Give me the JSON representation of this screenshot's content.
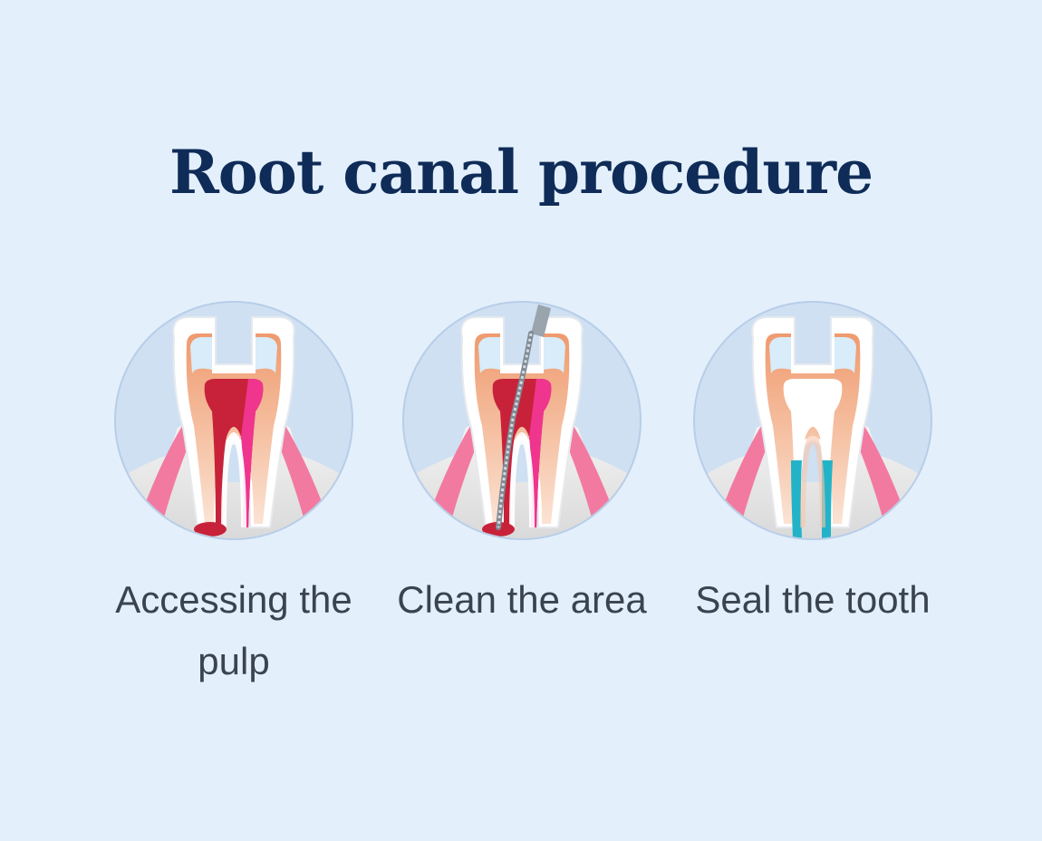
{
  "title": "Root canal procedure",
  "colors": {
    "background": "#e3f0fc",
    "title": "#0f2b57",
    "label": "#3a4450",
    "circle": "#cfe0f2",
    "gum": "#f27aa0",
    "enamel": "#ffffff",
    "dentin": "#f2a27a",
    "infected_pulp": "#c8223a",
    "filling": "#22b3c8",
    "file_tool": "#9aa4ad"
  },
  "steps": [
    {
      "label": "Accessing the pulp",
      "icon": "tooth-infected-pulp-icon"
    },
    {
      "label": "Clean the area",
      "icon": "tooth-file-cleaning-icon"
    },
    {
      "label": "Seal the tooth",
      "icon": "tooth-sealed-icon"
    }
  ]
}
